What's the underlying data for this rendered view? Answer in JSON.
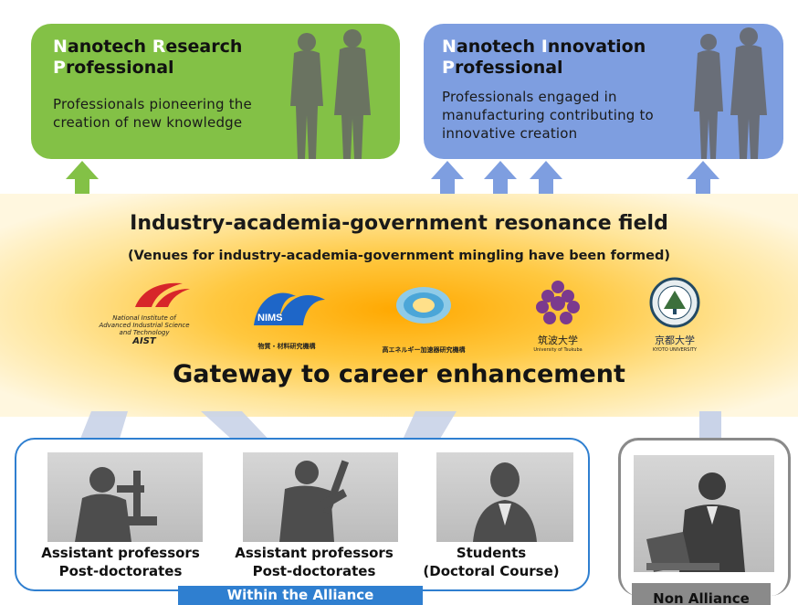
{
  "research_box": {
    "title_parts": [
      {
        "cap": "N",
        "rest": "anotech "
      },
      {
        "cap": "R",
        "rest": "esearch"
      },
      {
        "cap": "P",
        "rest": "rofessional"
      }
    ],
    "description_lines": [
      "Professionals pioneering the",
      "creation of new knowledge"
    ]
  },
  "innovation_box": {
    "title_parts": [
      {
        "cap": "N",
        "rest": "anotech "
      },
      {
        "cap": "I",
        "rest": "nnovation"
      },
      {
        "cap": "P",
        "rest": "rofessional"
      }
    ],
    "description_lines": [
      "Professionals engaged in",
      "manufacturing contributing to",
      "innovative creation"
    ]
  },
  "resonance_field": {
    "title": "Industry-academia-government resonance field",
    "subtitle": "(Venues for industry-academia-government mingling have been formed)",
    "gateway": "Gateway to career enhancement"
  },
  "logos": {
    "aist": {
      "lines": [
        "National Institute of",
        "Advanced Industrial Science",
        "and Technology"
      ],
      "abbr": "AIST"
    },
    "nims": {
      "abbr": "NIMS",
      "caption": "物質・材料研究機構"
    },
    "kek": {
      "caption": "高エネルギー加速器研究機構"
    },
    "tsukuba": {
      "name": "筑波大学",
      "caption": "University of Tsukuba"
    },
    "kyoto": {
      "name": "京都大学",
      "caption": "KYOTO UNIVERSITY"
    }
  },
  "people": [
    {
      "line1": "Assistant professors",
      "line2": "Post-doctorates"
    },
    {
      "line1": "Assistant professors",
      "line2": "Post-doctorates"
    },
    {
      "line1": "Students",
      "line2": "(Doctoral Course)"
    }
  ],
  "tags": {
    "within": "Within the Alliance",
    "non": "Non Alliance"
  },
  "colors": {
    "green": "#83c146",
    "blue_box": "#7e9ee0",
    "alliance_blue": "#2f7fd0",
    "band_center": "#ffa800",
    "gray": "#8a8a8a"
  }
}
